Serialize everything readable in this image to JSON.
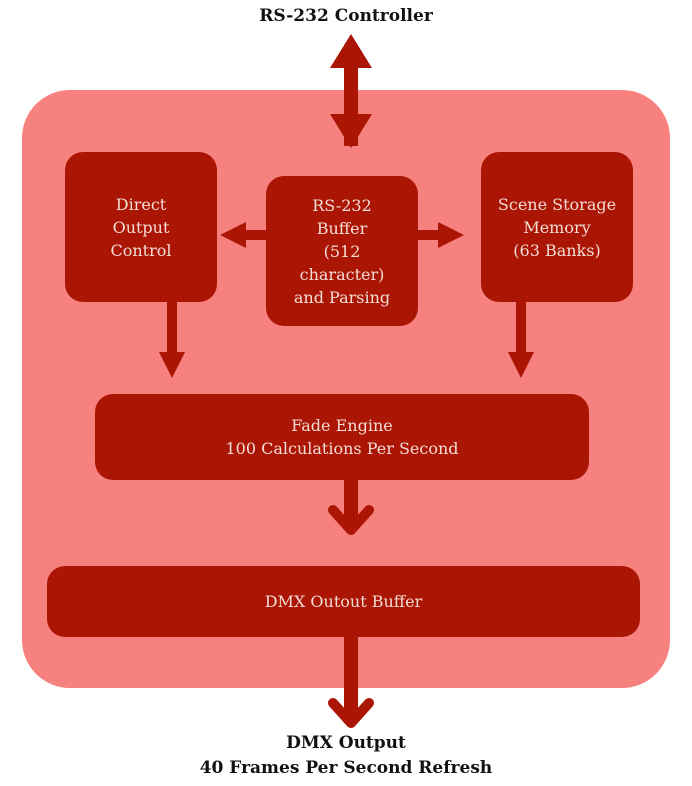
{
  "top_label": "RS-232 Controller",
  "bottom_label": {
    "line1": "DMX Output",
    "line2": "40 Frames Per Second Refresh"
  },
  "blocks": {
    "direct_output": [
      "Direct",
      "Output",
      "Control"
    ],
    "rs232_buffer": [
      "RS-232",
      "Buffer",
      "(512",
      "character)",
      "and Parsing"
    ],
    "scene_storage": [
      "Scene Storage",
      "Memory",
      "(63 Banks)"
    ],
    "fade_engine": [
      "Fade Engine",
      "100 Calculations Per Second"
    ],
    "dmx_buffer": [
      "DMX Outout Buffer"
    ]
  },
  "colors": {
    "container": "#f7817f",
    "block": "#ab1604",
    "block_text": "#f3dcd6",
    "arrow": "#ab1604"
  }
}
